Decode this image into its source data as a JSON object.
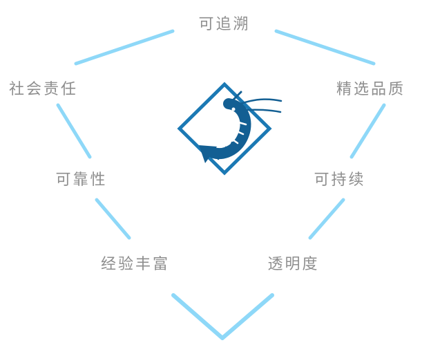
{
  "colors": {
    "background": "#FFFFFF",
    "line": "#8ED8F8",
    "brand": "#1B79B4",
    "shrimp": "#135F93",
    "label": "#8E8E8E"
  },
  "icons": {
    "center": "shrimp-icon"
  },
  "labels": {
    "top": "可追溯",
    "upper_left": "社会责任",
    "upper_right": "精选品质",
    "mid_left": "可靠性",
    "mid_right": "可持续",
    "lower_left": "经验丰富",
    "lower_right": "透明度"
  }
}
